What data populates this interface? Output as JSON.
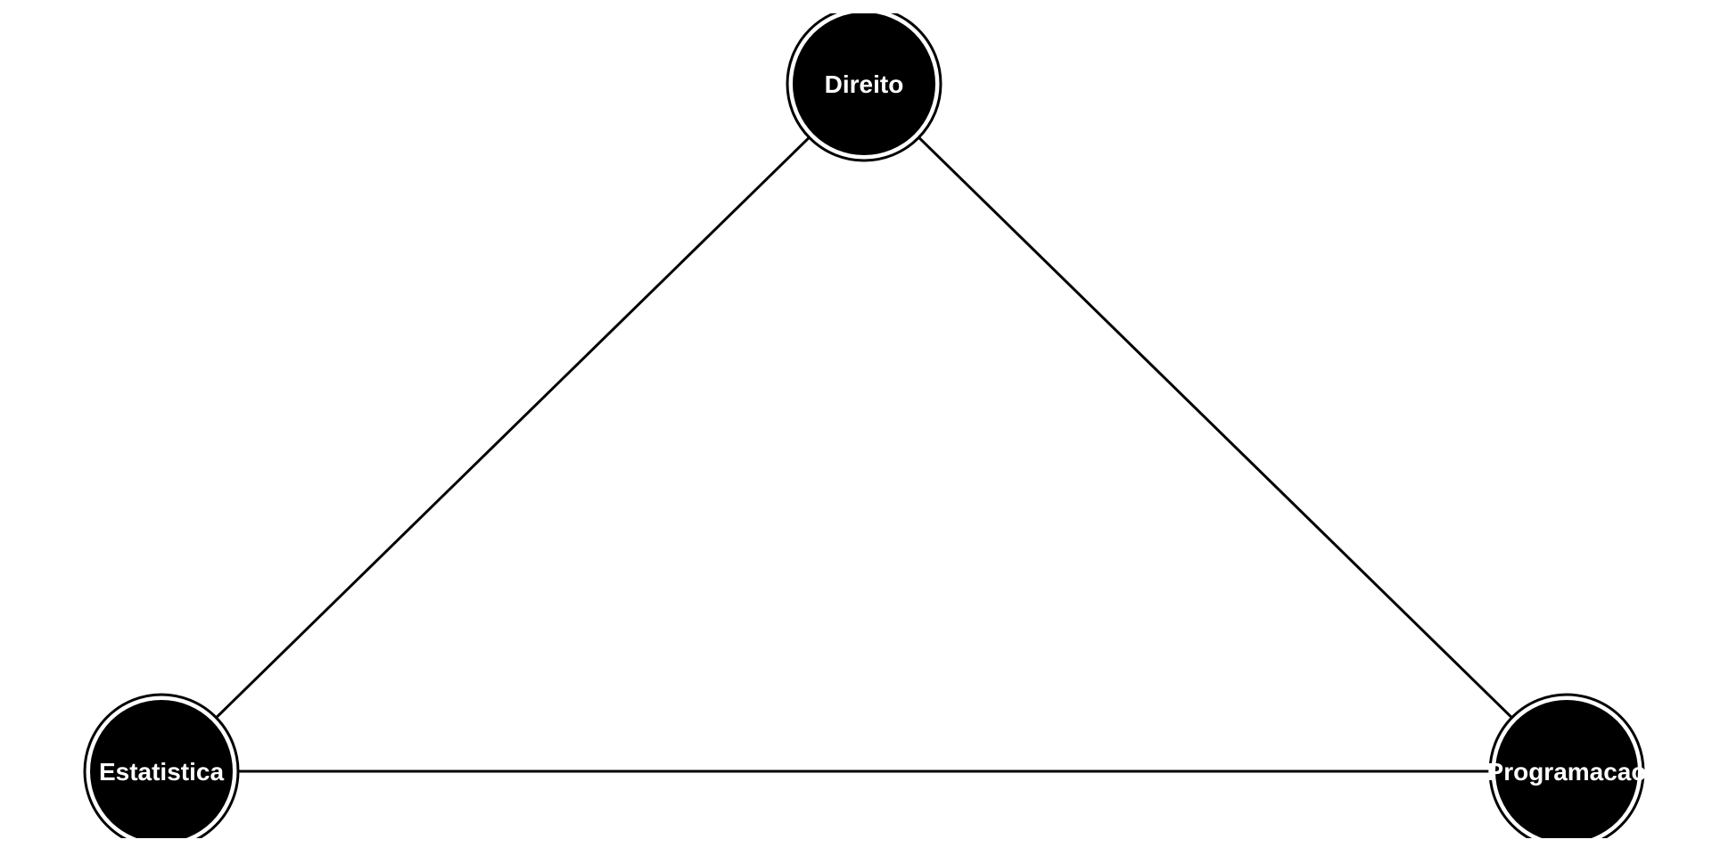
{
  "graph": {
    "nodes": [
      {
        "id": "direito",
        "label": "Direito"
      },
      {
        "id": "estatistica",
        "label": "Estatistica"
      },
      {
        "id": "programacao",
        "label": "Programacao"
      }
    ],
    "edges": [
      {
        "from": "direito",
        "to": "estatistica"
      },
      {
        "from": "direito",
        "to": "programacao"
      },
      {
        "from": "estatistica",
        "to": "programacao"
      }
    ],
    "colors": {
      "node_fill": "#000000",
      "node_ring": "#000000",
      "label": "#ffffff",
      "edge": "#000000",
      "background": "#ffffff"
    }
  }
}
